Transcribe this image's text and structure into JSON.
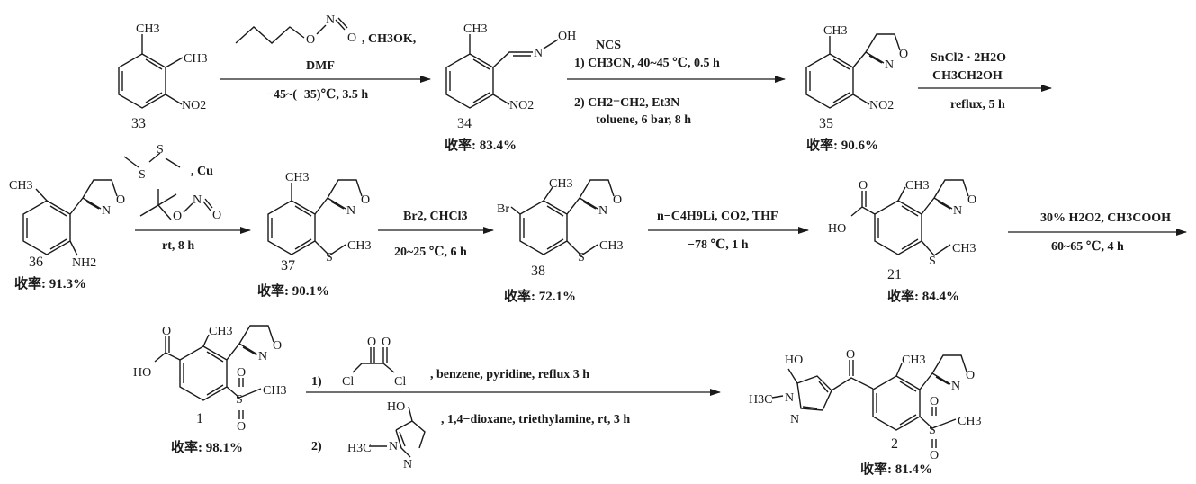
{
  "compounds": {
    "c33": {
      "number": "33",
      "yield": "",
      "substituents": {
        "me1": "CH3",
        "me2": "CH3",
        "nitro": "NO2"
      }
    },
    "c34": {
      "number": "34",
      "yield": "收率: 83.4%",
      "substituents": {
        "me": "CH3",
        "oxime_n": "N",
        "oxime_oh": "OH",
        "nitro": "NO2"
      }
    },
    "c35": {
      "number": "35",
      "yield": "收率: 90.6%",
      "substituents": {
        "me": "CH3",
        "iso_o": "O",
        "iso_n": "N",
        "nitro": "NO2"
      }
    },
    "c36": {
      "number": "36",
      "yield": "收率: 91.3%",
      "substituents": {
        "me": "CH3",
        "iso_o": "O",
        "iso_n": "N",
        "amine": "NH2"
      }
    },
    "c37": {
      "number": "37",
      "yield": "收率: 90.1%",
      "substituents": {
        "me": "CH3",
        "iso_o": "O",
        "iso_n": "N",
        "sme_s": "S",
        "sme_me": "CH3"
      }
    },
    "c38": {
      "number": "38",
      "yield": "收率: 72.1%",
      "substituents": {
        "br": "Br",
        "me": "CH3",
        "iso_o": "O",
        "iso_n": "N",
        "sme_s": "S",
        "sme_me": "CH3"
      }
    },
    "c21": {
      "number": "21",
      "yield": "收率: 84.4%",
      "substituents": {
        "acid_o": "O",
        "acid_ho": "HO",
        "me": "CH3",
        "iso_o": "O",
        "iso_n": "N",
        "sme_s": "S",
        "sme_me": "CH3"
      }
    },
    "c1": {
      "number": "1",
      "yield": "收率: 98.1%",
      "substituents": {
        "acid_o": "O",
        "acid_ho": "HO",
        "me": "CH3",
        "iso_o": "O",
        "iso_n": "N",
        "so2_s": "S",
        "so2_o1": "O",
        "so2_o2": "O",
        "so2_me": "CH3"
      }
    },
    "c2": {
      "number": "2",
      "yield": "收率: 81.4%",
      "substituents": {
        "ho": "HO",
        "co_o": "O",
        "nme_h3c": "H3C",
        "n1": "N",
        "n2": "N",
        "me": "CH3",
        "iso_o": "O",
        "iso_n": "N",
        "so2_s": "S",
        "so2_o1": "O",
        "so2_o2": "O",
        "so2_me": "CH3"
      }
    }
  },
  "reagents": {
    "butyl_nitrite": {
      "o": "O",
      "n": "N",
      "o2": "O"
    },
    "dms": {
      "s1": "S",
      "s2": "S"
    },
    "tbn": {
      "o": "O",
      "n": "N",
      "o2": "O"
    },
    "oxalyl": {
      "o1": "O",
      "o2": "O",
      "cl1": "Cl",
      "cl2": "Cl"
    },
    "pyrazolone": {
      "ho": "HO",
      "h3c": "H3C",
      "n1": "N",
      "n2": "N"
    }
  },
  "steps": {
    "s1": {
      "reagents_tail": ", CH3OK,",
      "solvent": "DMF",
      "conditions": "−45~(−35)℃, 3.5 h"
    },
    "s2": {
      "line1": "NCS",
      "line2": "1)  CH3CN, 40~45 ℃, 0.5 h",
      "line3": "2)  CH2=CH2, Et3N",
      "line4": "toluene, 6 bar, 8 h"
    },
    "s3": {
      "line1": "SnCl2 · 2H2O",
      "line2": "CH3CH2OH",
      "line3": "reflux, 5 h"
    },
    "s4": {
      "reagent_cu": ", Cu",
      "conditions": "rt, 8 h"
    },
    "s5": {
      "reagents": "Br2, CHCl3",
      "conditions": "20~25 ℃, 6 h"
    },
    "s6": {
      "reagents": "n−C4H9Li, CO2, THF",
      "conditions": "−78 ℃, 1 h"
    },
    "s7": {
      "reagents": "30% H2O2, CH3COOH",
      "conditions": "60~65 ℃, 4 h"
    },
    "s8": {
      "step1_num": "1)",
      "step1_cond": ", benzene, pyridine, reflux 3 h",
      "step2_num": "2)",
      "step2_cond": ", 1,4−dioxane, triethylamine, rt, 3 h"
    }
  }
}
